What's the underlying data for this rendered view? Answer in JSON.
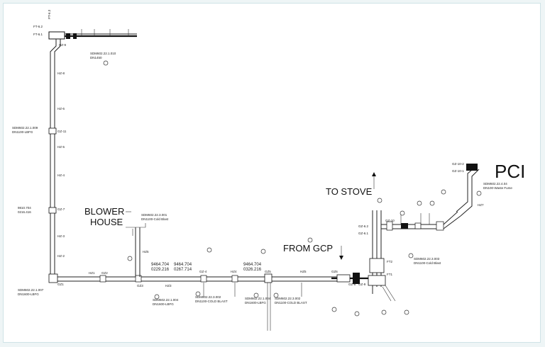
{
  "labels": {
    "pci": "PCI",
    "blower_house_line1": "BLOWER",
    "blower_house_line2": "HOUSE",
    "to_stove": "TO STOVE",
    "from_gcp": "FROM GCP"
  },
  "tags": {
    "ft_a2": "FT-6.2",
    "ft_a1": "FT-6.1",
    "pt_top": "PT-6.3",
    "hz1": "HZ-9",
    "hz2": "HZ-8",
    "hz3": "HZ-6",
    "gz11": "GZ-11",
    "hz4": "HZ-5",
    "hz5": "HZ-4",
    "gz7": "GZ-7",
    "hz6": "HZ-3",
    "hz7": "HZ-2",
    "gz1": "GZ1",
    "hz21": "HZ1",
    "gz2": "GZ2",
    "gz3": "GZ3",
    "hz_b": "HZ3",
    "gz4": "GZ-4",
    "hz_c": "HZ4",
    "gz5": "GZ5",
    "hz_d": "HZ5",
    "gz6": "GZ6",
    "gz8": "GZ-8",
    "gz9": "GZ-9",
    "ft1": "FT1",
    "ft2": "FT2",
    "gz10": "GZ-10",
    "hz27": "HZ7",
    "hz_blower": "HZ5",
    "gz62": "GZ-6.2",
    "gz61": "GZ-6.1",
    "gz1002": "GZ-10-2",
    "gz1001": "GZ-10-1"
  },
  "notes": {
    "top_note": "SDM602.22.1.010",
    "top_note2": "DN1450",
    "left_note": "SDM602.22.1.009",
    "left_note2": "DN1100-LBFG",
    "elev_left": "9810.704",
    "elev_left2": "0216.416",
    "bottom_left_note": "SDM602.22.1.007",
    "bottom_left_note2": "DN1600-LBFG",
    "blower_note": "SDM602.22.3.001",
    "blower_note2": "DN1100-Cold Blast",
    "elev_mid1": "9464.704",
    "elev_mid1b": "0229.216",
    "elev_mid2": "9464.704",
    "elev_mid2b": "0267.714",
    "elev_mid3": "9464.704",
    "elev_mid3b": "0326.216",
    "note_b1": "SDM602.22.1.004",
    "note_b1b": "DN1600-LBFG",
    "note_b2": "SDM602.22.3.002",
    "note_b2b": "DN1100-COLD BLAST",
    "note_b3": "SDM602.22.1.004",
    "note_b3b": "DN1600-LBFG",
    "note_b4": "SDM602.22.3.002",
    "note_b4b": "DN1100-COLD BLAST",
    "note_pci": "SDM602.22.4.04",
    "note_pci2": "DN100-Waste Fume",
    "note_r1": "SDM602.22.3.003",
    "note_r1b": "DN1100-Cold Blast"
  }
}
